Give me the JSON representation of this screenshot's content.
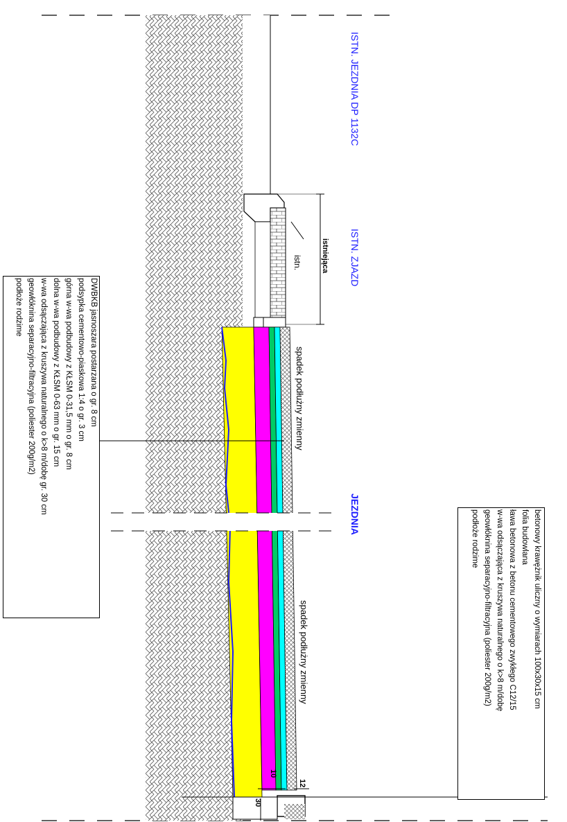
{
  "labels": {
    "road_existing": "ISTN. JEZDNIA DP 1132C",
    "driveway_existing": "ISTN. ZJAZD",
    "roadway": "JEZDNIA",
    "existing_tag": "istniejąca",
    "existing_short": "istn.",
    "slope_1": "spadek podłużny zmienny",
    "slope_2": "spadek podłużny zmienny"
  },
  "dimensions": {
    "d10": "10",
    "d12": "12",
    "d30": "30"
  },
  "legend_pavement": [
    "DWBKB jasnoszara postarzana o gr. 8 cm",
    "podsypka cementowo-piaskowa 1:4 o gr. 3 cm",
    "górna w-wa podbudowy z KŁSM 0-31,5 mm o gr. 8 cm",
    "dolna w-wa podbudowy z KŁSM 0-63 mm o gr. 15 cm",
    "w-wa odsączająca z kruszywa naturalnego o k>8 m/dobę gr. 30 cm",
    "geowłóknina separacyjno-filtracyjna (poliester 200g/m2)",
    "podłoże rodzime"
  ],
  "legend_curb": [
    "betonowy krawężnik uliczny o wymiarach 100x30x15 cm",
    "folia budowlana",
    "ława betonowa z betonu cementowego zwykłego C12/15",
    "w-wa odsączająca z kruszywa naturalnego o k>8 m/dobę",
    "geowłóknina separacyjno-filtracyjna (poliester 200g/m2)",
    "podłoże rodzime"
  ],
  "colors": {
    "yellow": "#ffff00",
    "magenta": "#ff00ff",
    "cyan": "#00ffff",
    "blue": "#1a1aff",
    "hatch": "#555555"
  }
}
